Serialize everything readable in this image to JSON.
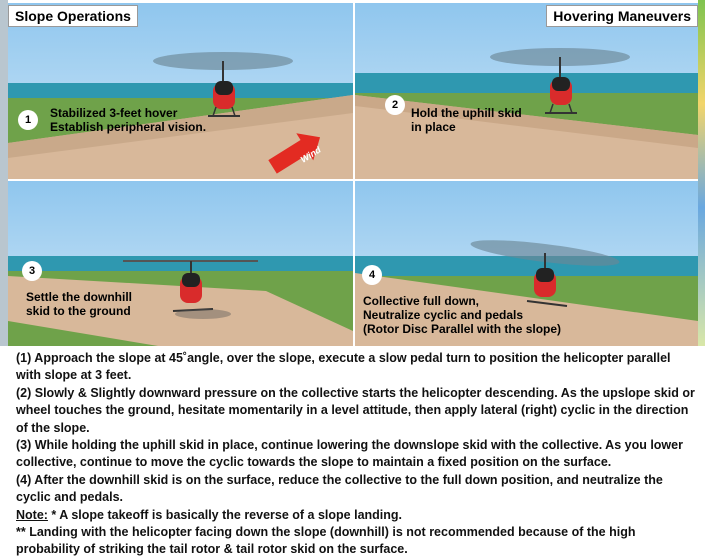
{
  "headers": {
    "left": "Slope Operations",
    "right": "Hovering Maneuvers"
  },
  "panels": [
    {
      "num": "1",
      "caption": "Stabilized 3-feet hover\nEstablish peripheral vision.",
      "wind_label": "Wind"
    },
    {
      "num": "2",
      "caption": "Hold the uphill skid\nin place"
    },
    {
      "num": "3",
      "caption": "Settle the downhill\nskid  to the ground"
    },
    {
      "num": "4",
      "caption": "Collective full down,\nNeutralize cyclic and pedals\n(Rotor Disc Parallel with the slope)"
    }
  ],
  "steps": [
    "(1) Approach the slope at 45˚angle, over the slope, execute a slow pedal turn to position the helicopter parallel with slope at 3 feet.",
    "(2) Slowly & Slightly downward pressure on the collective starts the helicopter descending. As the upslope skid or wheel touches the ground, hesitate momentarily in a level attitude, then apply lateral (right) cyclic in the direction of the slope.",
    "(3) While holding the uphill skid in place, continue lowering the downslope skid with the collective. As you lower collective, continue to move the cyclic towards the slope to maintain a fixed position on the surface.",
    "(4) After the downhill skid is on the surface, reduce the collective to the full down position, and neutralize the cyclic and pedals."
  ],
  "note_label": "Note:",
  "note_text": " * A slope takeoff is basically the reverse of a slope landing.",
  "note2": "** Landing with the helicopter facing down the slope (downhill) is not recommended because of the high probability of striking the tail rotor & tail rotor skid on the surface."
}
